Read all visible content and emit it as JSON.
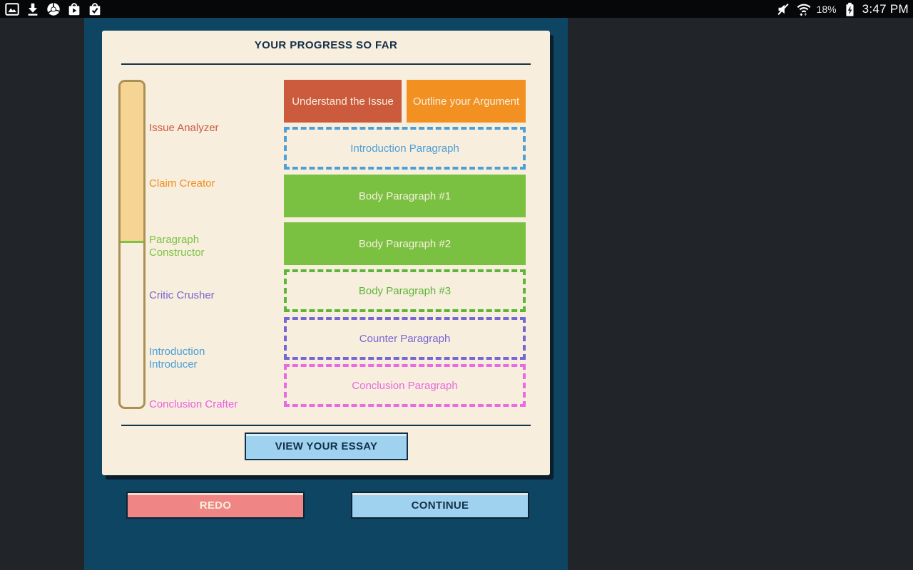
{
  "status_bar": {
    "time": "3:47 PM",
    "battery": "18%",
    "left_icons": [
      "gallery-icon",
      "download-icon",
      "chrome-icon",
      "play-store-icon",
      "checked-bag-icon"
    ],
    "right_icons": [
      "volume-muted-icon",
      "wifi-icon",
      "battery-charging-icon"
    ]
  },
  "colors": {
    "page_bg": "#212529",
    "panel_bg": "#0d4563",
    "card_bg": "#f7eedd",
    "dark_navy": "#15304a"
  },
  "panel": {
    "title": "YOUR PROGRESS SO FAR",
    "milestones": [
      {
        "label": "Issue Analyzer",
        "color": "#cd5a41"
      },
      {
        "label": "Claim Creator",
        "color": "#f28d1e"
      },
      {
        "label": "Paragraph Constructor",
        "color": "#7dc242"
      },
      {
        "label": "Critic Crusher",
        "color": "#7c64d2"
      },
      {
        "label": "Introduction Introducer",
        "color": "#4a9fd8"
      },
      {
        "label": "Conclusion Crafter",
        "color": "#ea5fe2"
      }
    ],
    "boxes": [
      {
        "label": "Understand the Issue",
        "style": "solid",
        "color": "#cc5a3d"
      },
      {
        "label": "Outline your Argument",
        "style": "solid",
        "color": "#f29122"
      },
      {
        "label": "Introduction Paragraph",
        "style": "dashed",
        "color": "#4d9fd7"
      },
      {
        "label": "Body Paragraph #1",
        "style": "solid",
        "color": "#7ac142"
      },
      {
        "label": "Body Paragraph #2",
        "style": "solid",
        "color": "#7ac142"
      },
      {
        "label": "Body Paragraph #3",
        "style": "dashed",
        "color": "#5cb637"
      },
      {
        "label": "Counter Paragraph",
        "style": "dashed",
        "color": "#7566d5"
      },
      {
        "label": "Conclusion Paragraph",
        "style": "dashed",
        "color": "#e96ae1"
      }
    ],
    "box_text_color": "#f7eedd",
    "progress_bar": {
      "border": "#ab9054",
      "fill": "#f6d493",
      "marker": "#7dc242",
      "percent_complete": 49
    },
    "view_essay_label": "VIEW YOUR ESSAY"
  },
  "footer": {
    "redo_label": "REDO",
    "continue_label": "CONTINUE"
  }
}
